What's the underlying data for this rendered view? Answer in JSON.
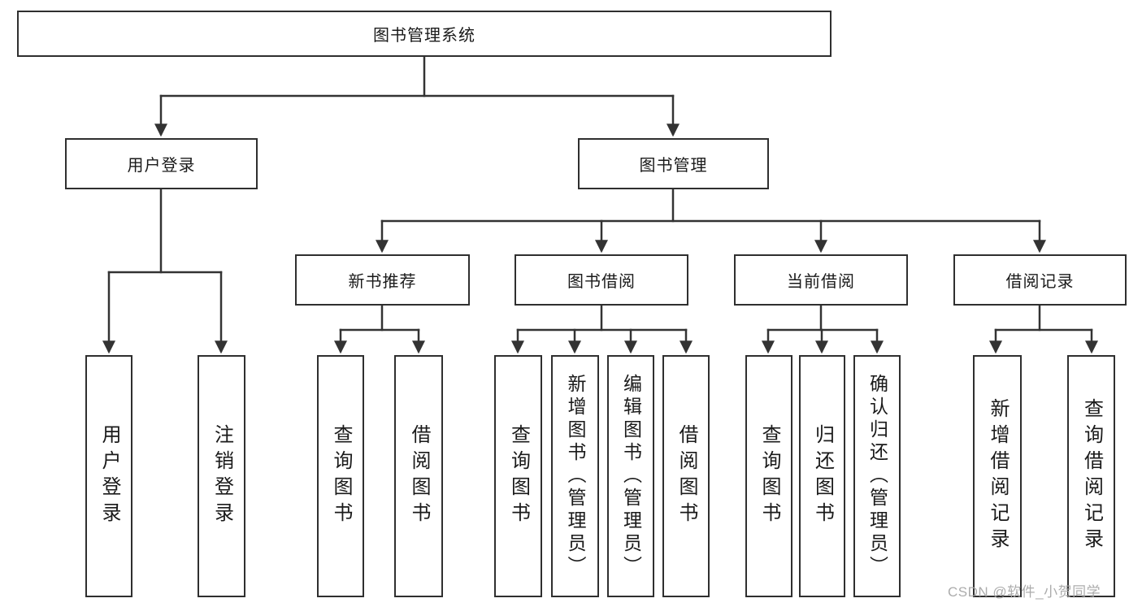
{
  "tree": {
    "label": "图书管理系统",
    "children": [
      {
        "label": "用户登录",
        "children": [
          {
            "label": "用户登录"
          },
          {
            "label": "注销登录"
          }
        ]
      },
      {
        "label": "图书管理",
        "children": [
          {
            "label": "新书推荐",
            "children": [
              {
                "label": "查询图书"
              },
              {
                "label": "借阅图书"
              }
            ]
          },
          {
            "label": "图书借阅",
            "children": [
              {
                "label": "查询图书"
              },
              {
                "label": "新增图书（管理员）"
              },
              {
                "label": "编辑图书（管理员）"
              },
              {
                "label": "借阅图书"
              }
            ]
          },
          {
            "label": "当前借阅",
            "children": [
              {
                "label": "查询图书"
              },
              {
                "label": "归还图书"
              },
              {
                "label": "确认归还（管理员）"
              }
            ]
          },
          {
            "label": "借阅记录",
            "children": [
              {
                "label": "新增借阅记录"
              },
              {
                "label": "查询借阅记录"
              }
            ]
          }
        ]
      }
    ]
  },
  "watermark": {
    "text": "CSDN @软件_小贺同学"
  },
  "colors": {
    "line": "#333333",
    "box_border": "#2f2f2f",
    "text": "#1a1a1a",
    "background": "#ffffff",
    "watermark": "#a8a8a8"
  }
}
